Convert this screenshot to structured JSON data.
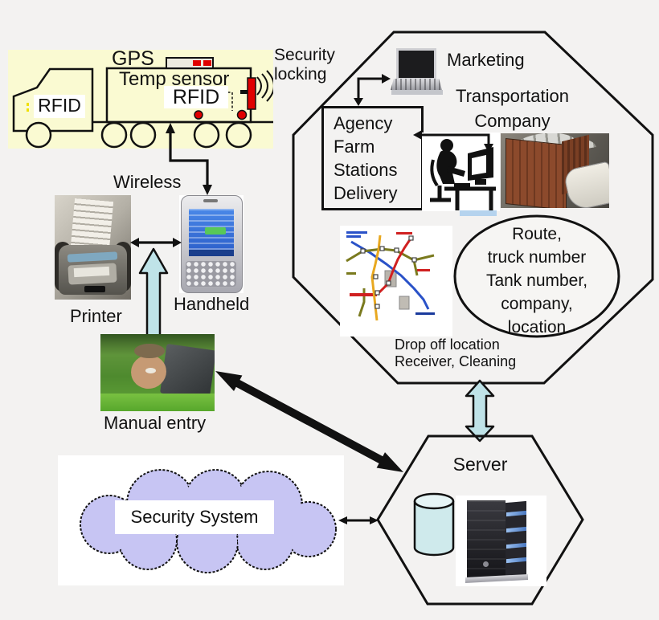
{
  "colors": {
    "background": "#f3f2f1",
    "truck_panel_yellow": "#fafad2",
    "alert_red": "#e00000",
    "cyan_arrow": "#bfe3e8",
    "cloud_fill": "#c7c5f3",
    "handheld_screen_blue": "#3a7ae0"
  },
  "truck": {
    "gps_label": "GPS",
    "temp_sensor_label": "Temp sensor",
    "trailer_rfid_label": "RFID",
    "cab_rfid_label": "RFID",
    "security_locking_label": "Security\nlocking"
  },
  "connections": {
    "wireless_label": "Wireless"
  },
  "field_devices": {
    "printer_label": "Printer",
    "handheld_label": "Handheld",
    "manual_entry_label": "Manual entry"
  },
  "company_octagon": {
    "marketing_label": "Marketing",
    "transportation_company_label": "Transportation\nCompany",
    "agency_lines": [
      "Agency",
      "Farm",
      "Stations",
      "Delivery"
    ],
    "info_ellipse_lines": [
      "Route,",
      "truck number",
      "Tank number,",
      "company,",
      "location"
    ],
    "dropoff_label": "Drop off location\nReceiver, Cleaning"
  },
  "security_cloud": {
    "label": "Security System"
  },
  "server_hexagon": {
    "label": "Server"
  },
  "figures": {
    "truck_drawing": "line-art tanker truck with RFID tags, GPS unit and security lock",
    "map_image": "colored transit route map",
    "printer_photo": "portable receipt printer",
    "handheld_photo": "handheld PDA phone",
    "laptop_photo": "laptop computer",
    "operator_silhouette": "person working at desktop computer",
    "containers_photo": "freight containers and tank",
    "manual_entry_photo": "man typing on laptop in grass",
    "database_cylinder": "database cylinder",
    "server_tower_photo": "server tower"
  }
}
